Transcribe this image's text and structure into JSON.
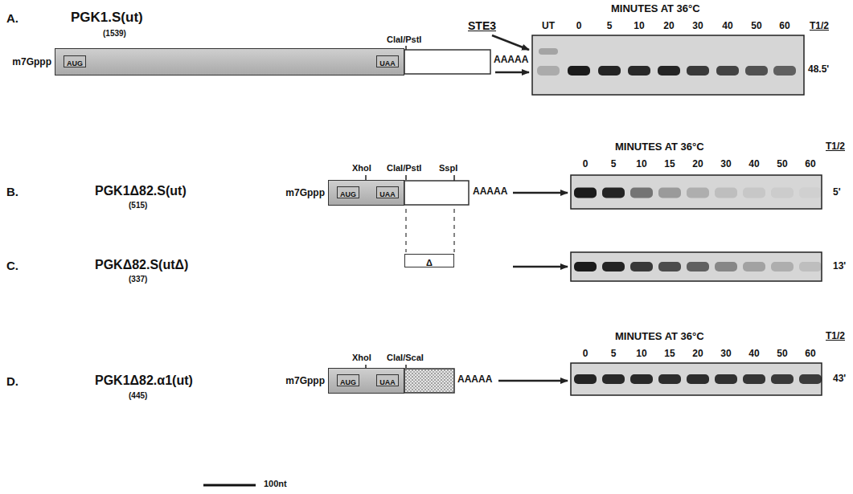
{
  "diagram": {
    "nodes": [
      {
        "text": [
          "m7Gppp"
        ]
      },
      {
        "text": [
          "AUG"
        ],
        "in": 0
      },
      {
        "text": [
          "UAA"
        ],
        "in": 0
      },
      {
        "text": [
          "m7Gppp"
        ]
      },
      {
        "text": [
          "AUG"
        ],
        "in": 3
      },
      {
        "text": [
          "UAA"
        ],
        "in": 3
      },
      {
        "text": [
          "Δ"
        ]
      },
      {
        "text": [
          "m7Gppp"
        ]
      },
      {
        "text": [
          "AUG"
        ],
        "in": 7
      },
      {
        "text": [
          "UAA"
        ],
        "in": 7
      }
    ],
    "labels": [
      "A.",
      "PGK1.S(ut)",
      "(1539)",
      "ClaI/PstI",
      "AAAAA",
      "STE3",
      "MINUTES AT 36°C",
      "UT",
      "0",
      "5",
      "10",
      "20",
      "30",
      "40",
      "50",
      "60",
      "T1/2",
      "48.5'",
      "B.",
      "PGK1Δ82.S(ut)",
      "(515)",
      "XhoI",
      "ClaI/PstI",
      "SspI",
      "AAAAA",
      "MINUTES AT 36°C",
      "0",
      "5",
      "10",
      "15",
      "20",
      "30",
      "40",
      "50",
      "60",
      "T1/2",
      "5'",
      "C.",
      "PGKΔ82.S(utΔ)",
      "(337)",
      "13'",
      "D.",
      "PGK1Δ82.α1(ut)",
      "(445)",
      "XhoI",
      "ClaI/ScaI",
      "AAAAA",
      "MINUTES AT 36°C",
      "0",
      "5",
      "10",
      "15",
      "20",
      "30",
      "40",
      "50",
      "60",
      "T1/2",
      "43'",
      "100nt"
    ]
  }
}
